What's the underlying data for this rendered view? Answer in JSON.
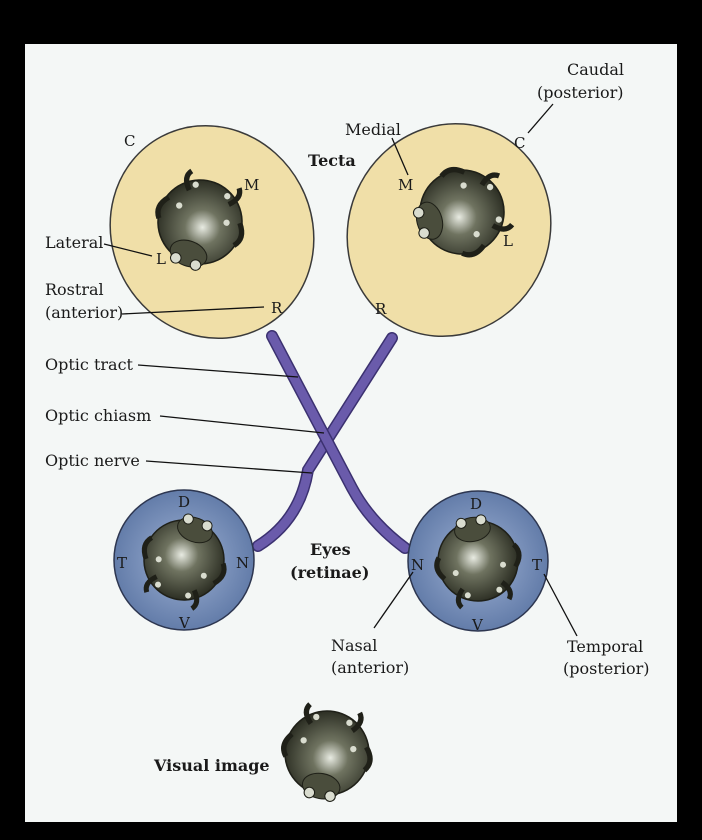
{
  "tecta": {
    "title": "Tecta",
    "left": {
      "top": "C",
      "medial": "M",
      "lateral": "L",
      "rostral": "R"
    },
    "right": {
      "top": "C",
      "medial": "M",
      "lateral": "L",
      "rostral": "R"
    }
  },
  "eyes": {
    "title_line1": "Eyes",
    "title_line2": "(retinae)",
    "left": {
      "dorsal": "D",
      "ventral": "V",
      "temporal": "T",
      "nasal": "N"
    },
    "right": {
      "dorsal": "D",
      "ventral": "V",
      "temporal": "T",
      "nasal": "N"
    }
  },
  "labels": {
    "lateral": "Lateral",
    "rostral_line1": "Rostral",
    "rostral_line2": "(anterior)",
    "optic_tract": "Optic tract",
    "optic_chiasm": "Optic chiasm",
    "optic_nerve": "Optic nerve",
    "medial": "Medial",
    "caudal_line1": "Caudal",
    "caudal_line2": "(posterior)",
    "nasal_line1": "Nasal",
    "nasal_line2": "(anterior)",
    "temporal_line1": "Temporal",
    "temporal_line2": "(posterior)",
    "visual_image": "Visual image"
  },
  "colors": {
    "tectum_fill": "#f0dfa8",
    "eye_fill": "#6d86b0",
    "nerve": "#5b4c9a",
    "frog": "#3a3d2e"
  }
}
